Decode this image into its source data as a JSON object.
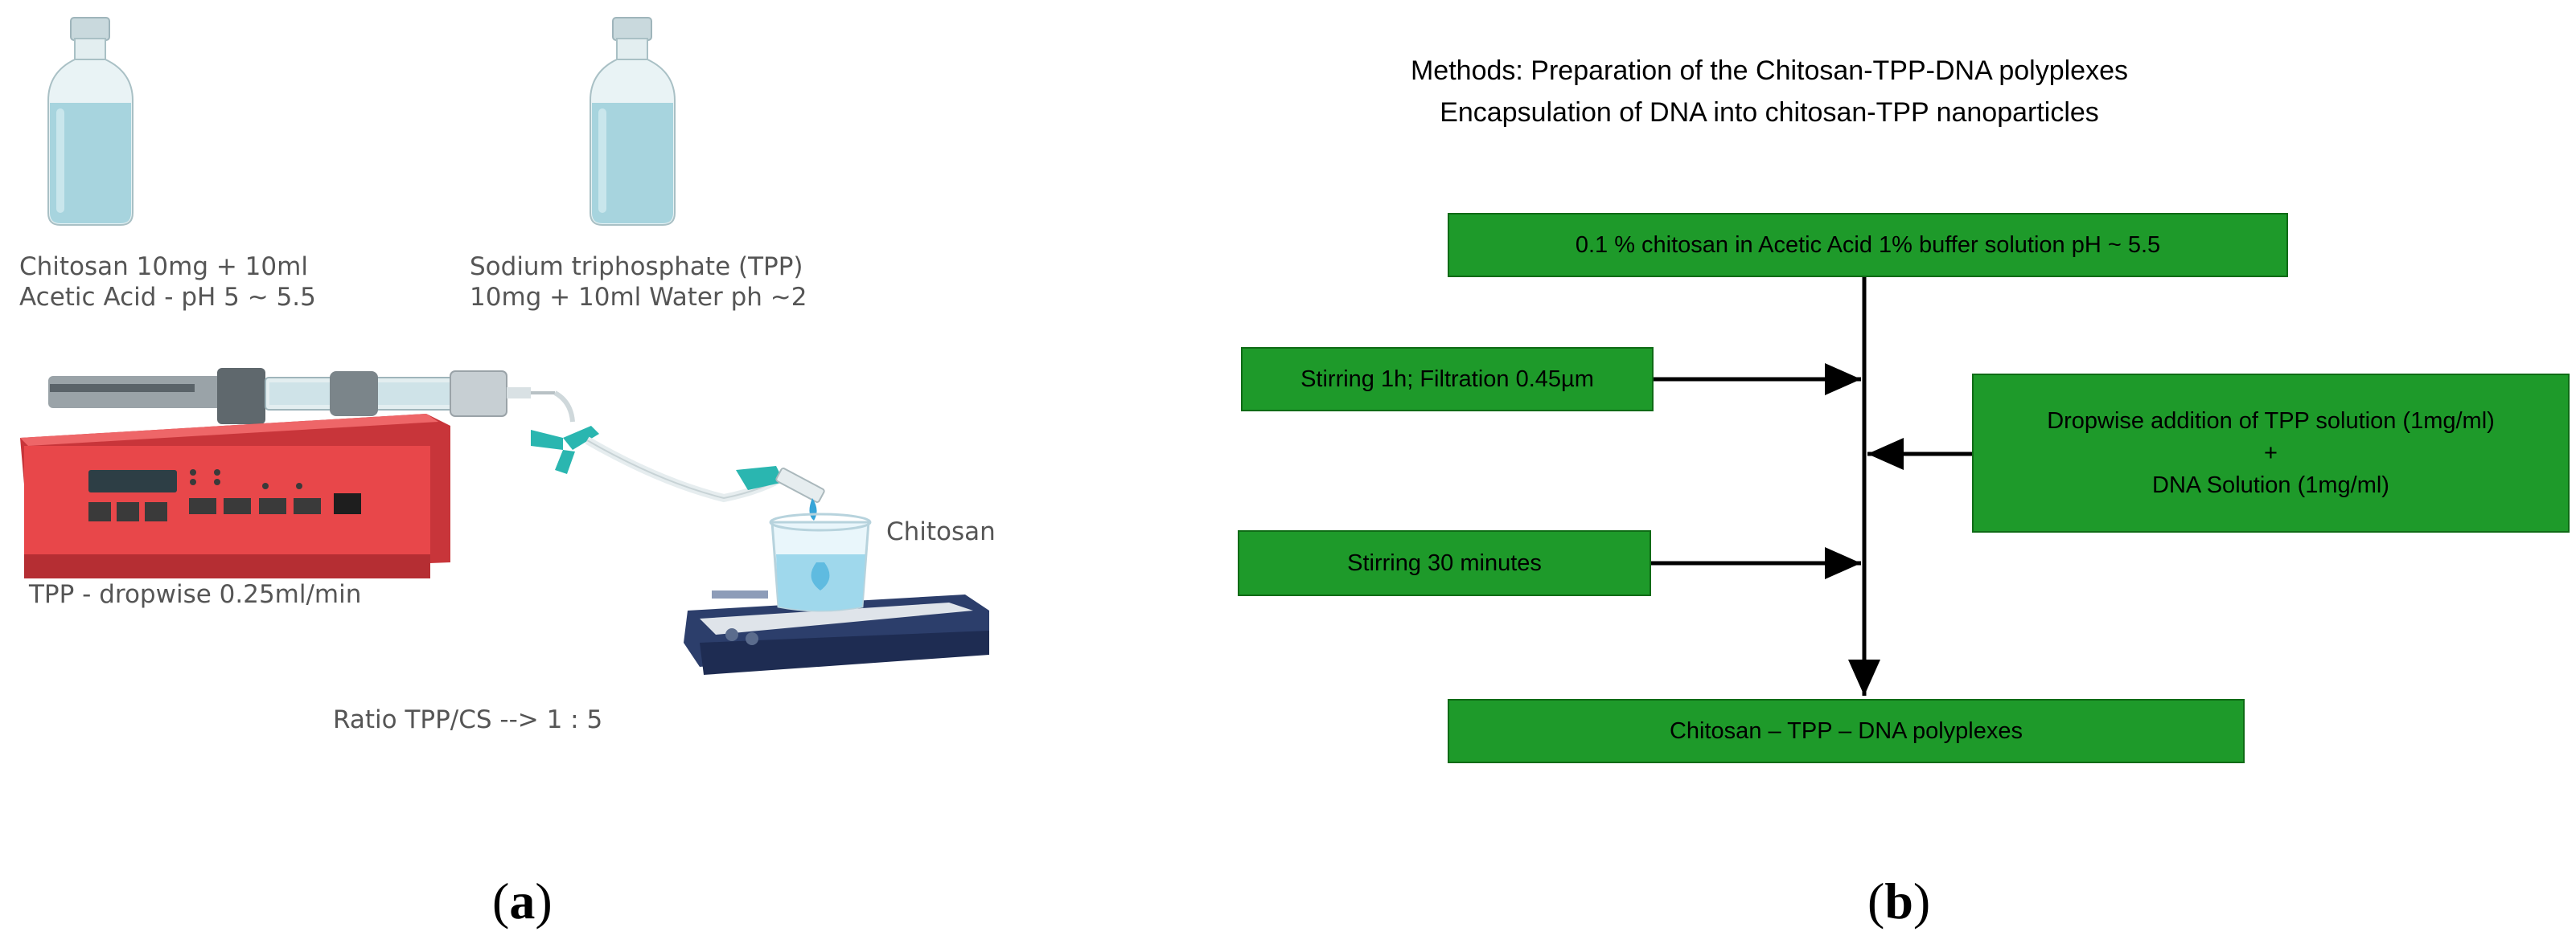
{
  "panel_a": {
    "chitosan_bottle_label": [
      "Chitosan 10mg + 10ml",
      "Acetic Acid - pH 5 ~ 5.5"
    ],
    "tpp_bottle_label": [
      "Sodium triphosphate (TPP)",
      "10mg + 10ml Water ph ~2"
    ],
    "pump_label": "TPP - dropwise 0.25ml/min",
    "beaker_label": "Chitosan",
    "ratio_label": "Ratio TPP/CS --> 1 : 5",
    "caption_open": "(",
    "caption_letter": "a",
    "caption_close": ")"
  },
  "panel_b": {
    "title_line1": "Methods: Preparation of the Chitosan-TPP-DNA polyplexes",
    "title_line2": "Encapsulation of DNA into chitosan-TPP nanoparticles",
    "box_top": "0.1 % chitosan in Acetic Acid 1% buffer solution pH ~ 5.5",
    "box_stirring_filtration": "Stirring 1h; Filtration 0.45µm",
    "box_dropwise_line1": "Dropwise addition of TPP solution (1mg/ml)",
    "box_dropwise_plus": "+",
    "box_dropwise_line2": "DNA Solution (1mg/ml)",
    "box_stirring_30": "Stirring 30 minutes",
    "box_bottom": "Chitosan – TPP – DNA polyplexes",
    "caption_open": "(",
    "caption_letter": "b",
    "caption_close": ")"
  },
  "colors": {
    "box_fill": "#1e9a2a",
    "pump_body": "#e8474a",
    "bottle_liquid": "#a7d4de",
    "stirrer": "#2c3e6b"
  }
}
